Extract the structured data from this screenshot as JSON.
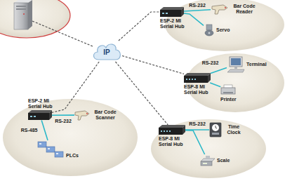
{
  "diagram": {
    "nodes": [
      {
        "text": [
          "IP"
        ]
      },
      {
        "text": [
          "ESP-2 MI Serial Hub"
        ]
      },
      {
        "text": [
          "Bar Code Reader"
        ]
      },
      {
        "text": [
          "Servo"
        ]
      },
      {
        "text": [
          "ESP-8 MI Serial Hub"
        ]
      },
      {
        "text": [
          "Terminal"
        ]
      },
      {
        "text": [
          "Printer"
        ]
      },
      {
        "text": [
          "ESP-8 MI Serial Hub"
        ]
      },
      {
        "text": [
          "Time Clock"
        ]
      },
      {
        "text": [
          "Scale"
        ]
      },
      {
        "text": [
          "ESP-2 MI Serial Hub"
        ]
      },
      {
        "text": [
          "Bar Code Scanner"
        ]
      },
      {
        "text": [
          "PLCs"
        ]
      }
    ],
    "edges": [
      {
        "from": 0,
        "to": 1,
        "arrow": "none"
      },
      {
        "from": 0,
        "to": 4,
        "arrow": "none"
      },
      {
        "from": 0,
        "to": 7,
        "arrow": "none"
      },
      {
        "from": 0,
        "to": 10,
        "arrow": "none"
      },
      {
        "from": 1,
        "to": 2,
        "label": "RS-232",
        "arrow": "none"
      },
      {
        "from": 1,
        "to": 3,
        "arrow": "none"
      },
      {
        "from": 4,
        "to": 5,
        "label": "RS-232",
        "arrow": "none"
      },
      {
        "from": 4,
        "to": 6,
        "arrow": "none"
      },
      {
        "from": 7,
        "to": 8,
        "label": "RS-232",
        "arrow": "none"
      },
      {
        "from": 7,
        "to": 9,
        "arrow": "none"
      },
      {
        "from": 10,
        "to": 11,
        "label": "RS-232",
        "arrow": "none"
      },
      {
        "from": 10,
        "to": 12,
        "label": "RS-485",
        "arrow": "none"
      }
    ]
  }
}
